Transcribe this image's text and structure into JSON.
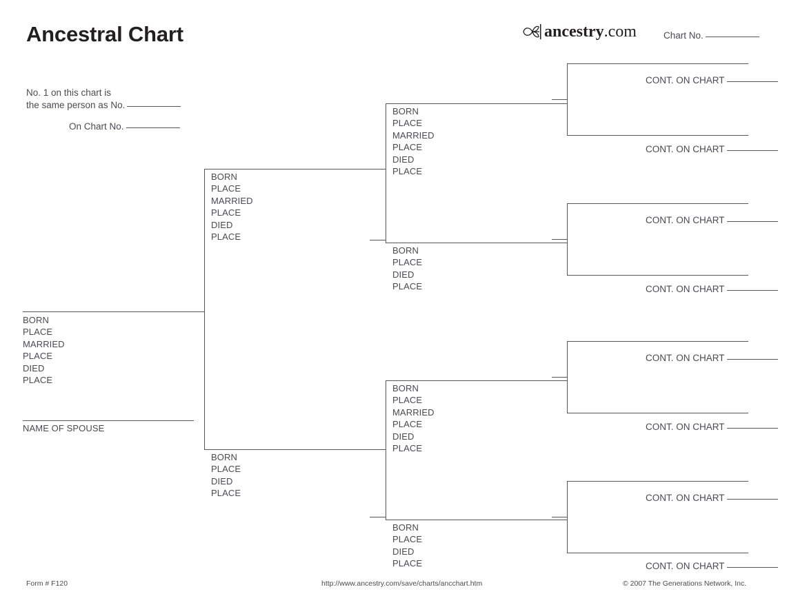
{
  "header": {
    "title": "Ancestral Chart",
    "logo_text_bold": "ancestry",
    "logo_text_rest": ".com",
    "logo_icon": "ancestry-leaf-icon",
    "chart_no_label": "Chart No."
  },
  "note": {
    "line1": "No. 1 on this chart is",
    "line2": "the same person as No.",
    "line3": "On Chart No."
  },
  "labels": {
    "born": "BORN",
    "place": "PLACE",
    "married": "MARRIED",
    "died": "DIED",
    "name_of_spouse": "NAME OF SPOUSE",
    "cont_on_chart": "CONT. ON CHART"
  },
  "person1": {
    "fields": [
      "BORN",
      "PLACE",
      "MARRIED",
      "PLACE",
      "DIED",
      "PLACE"
    ],
    "spouse_caption": "NAME OF SPOUSE"
  },
  "generation2": [
    {
      "role": "father",
      "fields": [
        "BORN",
        "PLACE",
        "MARRIED",
        "PLACE",
        "DIED",
        "PLACE"
      ]
    },
    {
      "role": "mother",
      "fields": [
        "BORN",
        "PLACE",
        "DIED",
        "PLACE"
      ]
    }
  ],
  "generation3": [
    {
      "role": "father",
      "fields": [
        "BORN",
        "PLACE",
        "MARRIED",
        "PLACE",
        "DIED",
        "PLACE"
      ]
    },
    {
      "role": "mother",
      "fields": [
        "BORN",
        "PLACE",
        "DIED",
        "PLACE"
      ]
    },
    {
      "role": "father",
      "fields": [
        "BORN",
        "PLACE",
        "MARRIED",
        "PLACE",
        "DIED",
        "PLACE"
      ]
    },
    {
      "role": "mother",
      "fields": [
        "BORN",
        "PLACE",
        "DIED",
        "PLACE"
      ]
    }
  ],
  "generation4": [
    {
      "label": "CONT. ON CHART"
    },
    {
      "label": "CONT. ON CHART"
    },
    {
      "label": "CONT. ON CHART"
    },
    {
      "label": "CONT. ON CHART"
    },
    {
      "label": "CONT. ON CHART"
    },
    {
      "label": "CONT. ON CHART"
    },
    {
      "label": "CONT. ON CHART"
    },
    {
      "label": "CONT. ON CHART"
    }
  ],
  "footer": {
    "form_number": "Form # F120",
    "url": "http://www.ancestry.com/save/charts/ancchart.htm",
    "copyright": "© 2007 The Generations Network, Inc."
  },
  "colors": {
    "ink": "#4a4a52",
    "rule": "#55555c",
    "title": "#231f20",
    "background": "#ffffff"
  }
}
